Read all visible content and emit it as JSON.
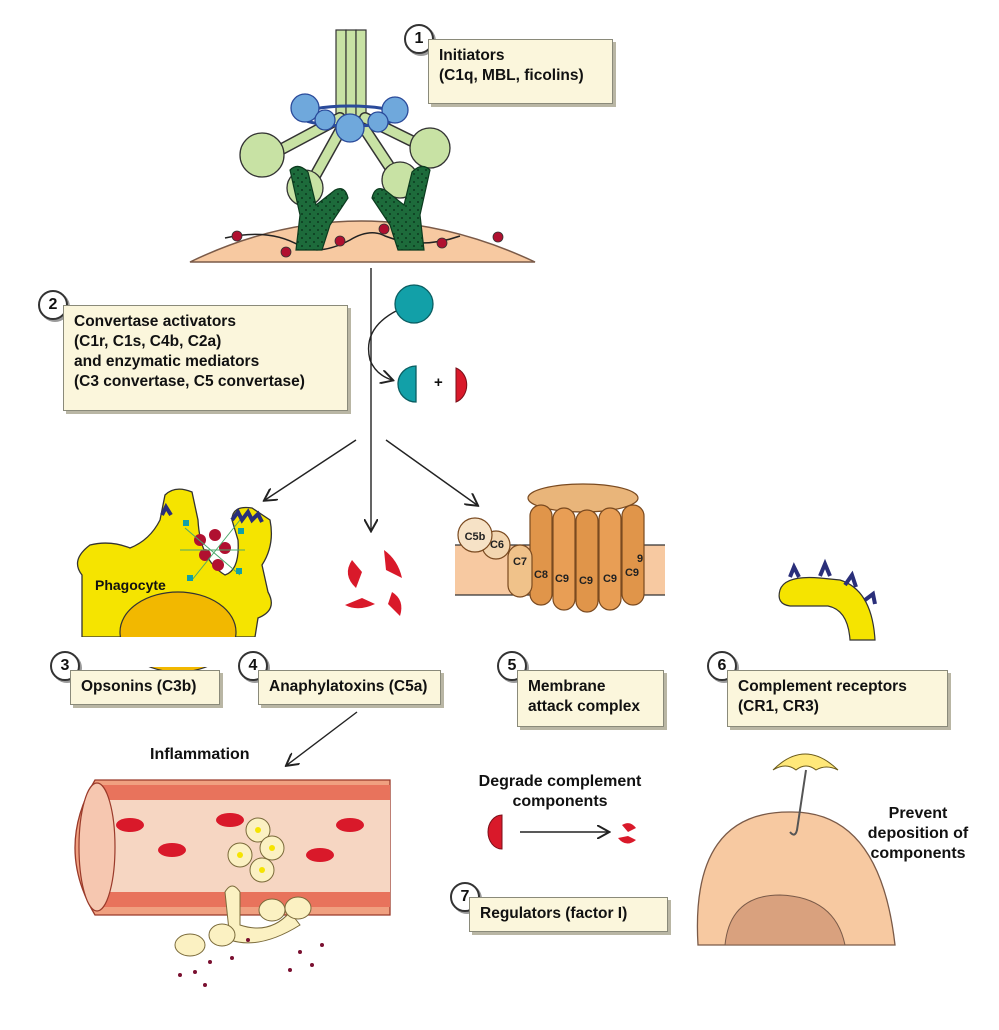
{
  "steps": [
    {
      "number": "1",
      "lines": [
        "Initiators",
        "(C1q, MBL, ficolins)"
      ]
    },
    {
      "number": "2",
      "lines": [
        "Convertase activators",
        "(C1r, C1s, C4b, C2a)",
        "and enzymatic mediators",
        "(C3 convertase, C5 convertase)"
      ]
    },
    {
      "number": "3",
      "lines": [
        "Opsonins (C3b)"
      ]
    },
    {
      "number": "4",
      "lines": [
        "Anaphylatoxins (C5a)"
      ]
    },
    {
      "number": "5",
      "lines": [
        "Membrane",
        "attack complex"
      ]
    },
    {
      "number": "6",
      "lines": [
        "Complement receptors",
        "(CR1, CR3)"
      ]
    },
    {
      "number": "7",
      "lines": [
        "Regulators (factor I)"
      ]
    }
  ],
  "labels": {
    "phagocyte": "Phagocyte",
    "inflammation": "Inflammation",
    "degrade": [
      "Degrade complement",
      "components"
    ],
    "prevent": [
      "Prevent",
      "deposition of",
      "components"
    ],
    "plus": "+"
  },
  "mac_labels": [
    "C5b",
    "C6",
    "C7",
    "C8",
    "C9",
    "C9",
    "C9",
    "C9",
    "9"
  ],
  "colors": {
    "box_fill": "#fbf6dc",
    "light_green": "#c8e2a4",
    "dark_green": "#1d6b3b",
    "blue": "#6fa8dc",
    "teal": "#12a0a8",
    "red": "#d9192a",
    "yellow": "#f5e400",
    "orange": "#e0954a",
    "skin": "#f7c9a1",
    "navy": "#2a2f7a"
  }
}
